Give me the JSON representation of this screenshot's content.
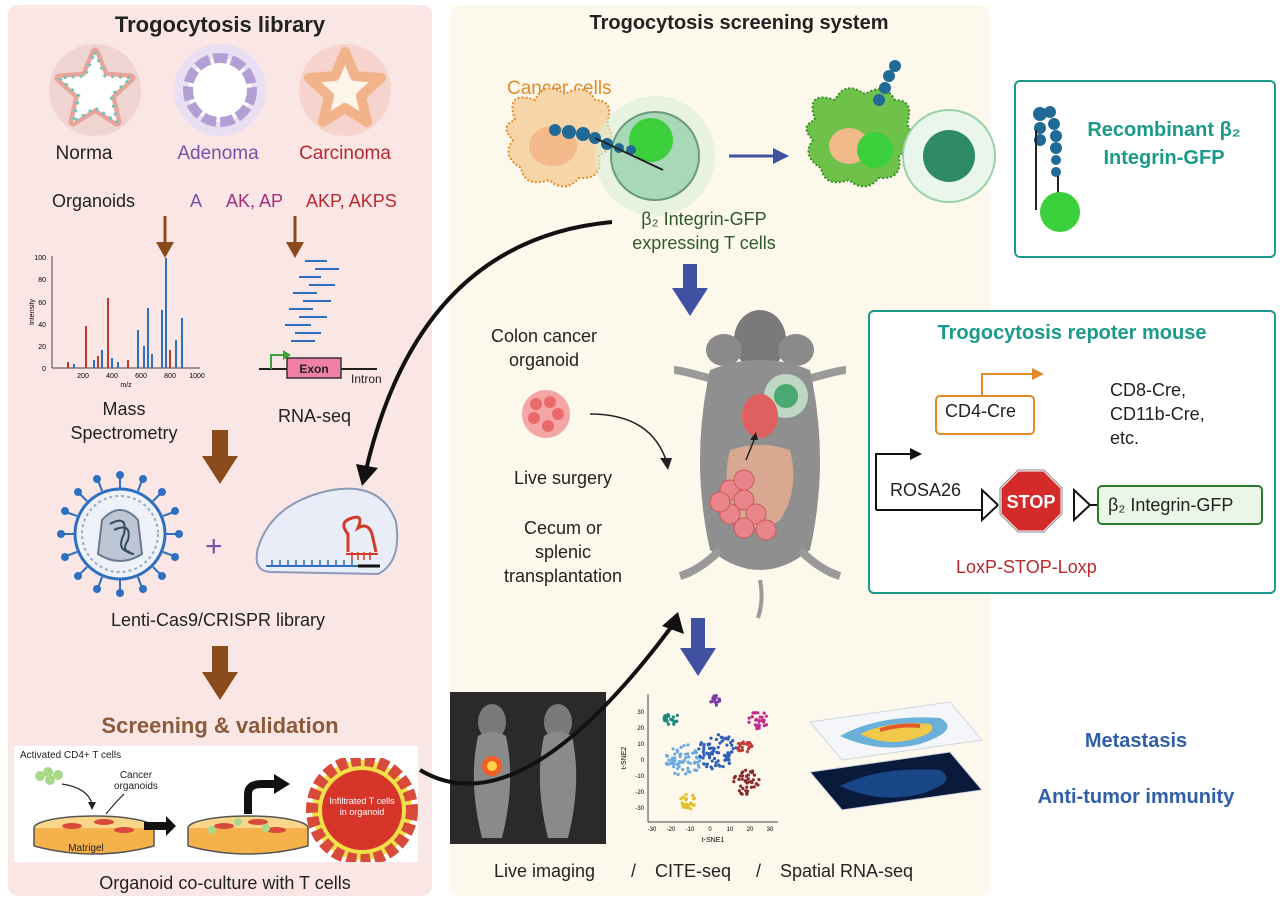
{
  "left": {
    "title": "Trogocytosis library",
    "stages": [
      "Norma",
      "Adenoma",
      "Carcinoma"
    ],
    "organoids_label": "Organoids",
    "genotypes": [
      "A",
      "AK, AP",
      "AKP, AKPS"
    ],
    "ms": {
      "label": "Mass\nSpectrometry",
      "ylabel": "Intensity",
      "xlabel": "m/z",
      "yticks": [
        "100",
        "80",
        "60",
        "40",
        "20",
        "0"
      ],
      "xticks": [
        "200",
        "400",
        "600",
        "800",
        "1000"
      ]
    },
    "rnaseq": {
      "label": "RNA-seq",
      "exon": "Exon",
      "intron": "Intron"
    },
    "library_label": "Lenti-Cas9/CRISPR library",
    "plus": "+",
    "screening_title": "Screening & validation",
    "coculture": {
      "tcells": "Activated CD4+ T cells",
      "cancer": "Cancer\norganoids",
      "matrigel": "Matrigel",
      "infiltrated": "Infiltrated T cells\nin organoid",
      "caption": "Organoid co-culture with T cells"
    }
  },
  "mid": {
    "title": "Trogocytosis screening system",
    "cancer_cells": "Cancer cells",
    "tcell_label": "β₂ Integrin-GFP\nexpressing T cells",
    "organoid_label": "Colon cancer\norganoid",
    "surgery": "Live surgery",
    "transplant": "Cecum or\nsplenic\ntransplantation",
    "tsne": {
      "xlabel": "t-SNE1",
      "ylabel": "t-SNE2",
      "xticks": [
        "-30",
        "-20",
        "-10",
        "0",
        "10",
        "20",
        "30"
      ],
      "yticks": [
        "30",
        "20",
        "10",
        "0",
        "-10",
        "-20",
        "-30"
      ]
    },
    "bottom_labels": [
      "Live imaging",
      "/",
      "CITE-seq",
      "/",
      "Spatial RNA-seq"
    ]
  },
  "right": {
    "recombinant": "Recombinant β₂\nIntegrin-GFP",
    "mouse_title": "Trogocytosis repoter mouse",
    "cd4cre": "CD4-Cre",
    "cre_list": "CD8-Cre,\nCD11b-Cre,\netc.",
    "rosa": "ROSA26",
    "stop": "STOP",
    "integrin": "β₂ Integrin-GFP",
    "loxp": "LoxP-STOP-Loxp",
    "metastasis": "Metastasis",
    "immunity": "Anti-tumor immunity"
  },
  "colors": {
    "teal": "#1b9a8a",
    "brown": "#8a4b1c",
    "purple": "#7b4fa6",
    "red": "#b8282e",
    "blue": "#2f5fa8",
    "orange": "#e3892a",
    "green": "#2c7a2c"
  }
}
